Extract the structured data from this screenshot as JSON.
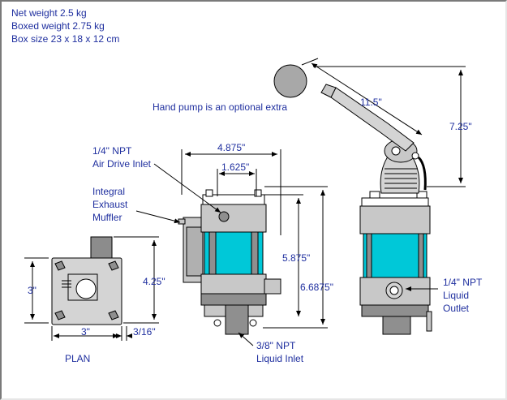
{
  "specs": {
    "net_weight": "Net weight 2.5 kg",
    "boxed_weight": "Boxed weight 2.75 kg",
    "box_size": "Box size 23 x 18 x 12 cm"
  },
  "notes": {
    "hand_pump": "Hand pump is an optional extra"
  },
  "labels": {
    "air_inlet_1": "1/4\" NPT",
    "air_inlet_2": "Air Drive Inlet",
    "muffler_1": "Integral",
    "muffler_2": "Exhaust",
    "muffler_3": "Muffler",
    "liquid_inlet_1": "3/8\" NPT",
    "liquid_inlet_2": "Liquid Inlet",
    "liquid_outlet_1": "1/4\" NPT",
    "liquid_outlet_2": "Liquid",
    "liquid_outlet_3": "Outlet",
    "plan": "PLAN"
  },
  "dimensions": {
    "d_4875": "4.875\"",
    "d_1625": "1.625\"",
    "d_5875": "5.875\"",
    "d_66875": "6.6875\"",
    "d_425": "4.25\"",
    "d_3_side": "3\"",
    "d_3_bottom": "3\"",
    "d_316": "3/16\"",
    "d_115": "11.5\"",
    "d_725": "7.25\""
  },
  "colors": {
    "text": "#1f2f9f",
    "cylinder": "#00c8d8",
    "body_gray": "#c8c8c8",
    "dark_gray": "#808080"
  }
}
